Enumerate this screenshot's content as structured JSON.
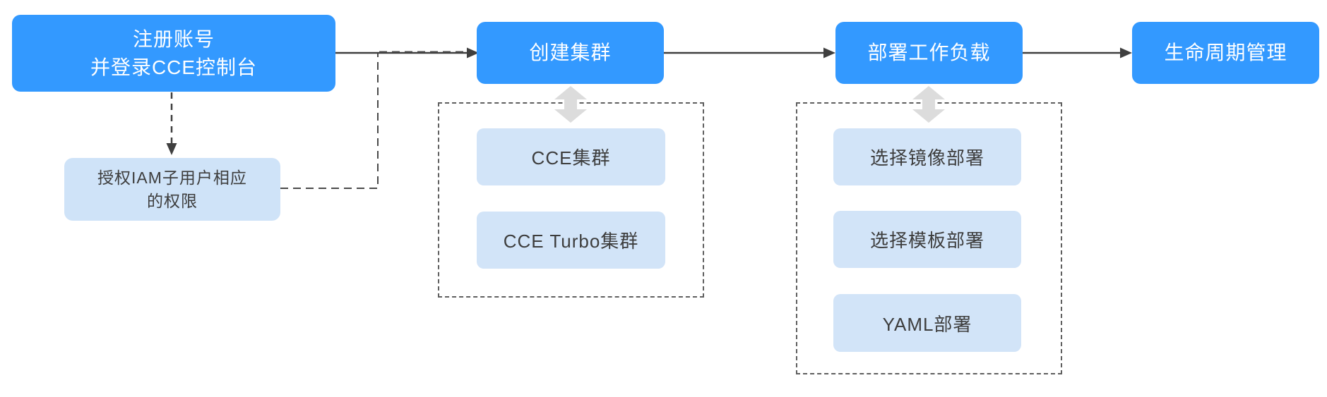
{
  "colors": {
    "primary_blue": "#3399ff",
    "light_blue": "#d2e4f8",
    "iam_light_blue": "#cfe3f8",
    "arrow_dark": "#3f3f3f",
    "dashed_line_gray": "#5f5f5f",
    "double_arrow_gray": "#dcdcdc",
    "text_dark": "#3d3d3d",
    "text_white": "#ffffff"
  },
  "flow": {
    "step_register": {
      "line1": "注册账号",
      "line2": "并登录CCE控制台"
    },
    "step_authorize_iam": {
      "line1": "授权IAM子用户相应",
      "line2": "的权限"
    },
    "step_create_cluster": {
      "label": "创建集群",
      "options": [
        "CCE集群",
        "CCE Turbo集群"
      ]
    },
    "step_deploy_workload": {
      "label": "部署工作负载",
      "options": [
        "选择镜像部署",
        "选择模板部署",
        "YAML部署"
      ]
    },
    "step_lifecycle": {
      "label": "生命周期管理"
    }
  }
}
